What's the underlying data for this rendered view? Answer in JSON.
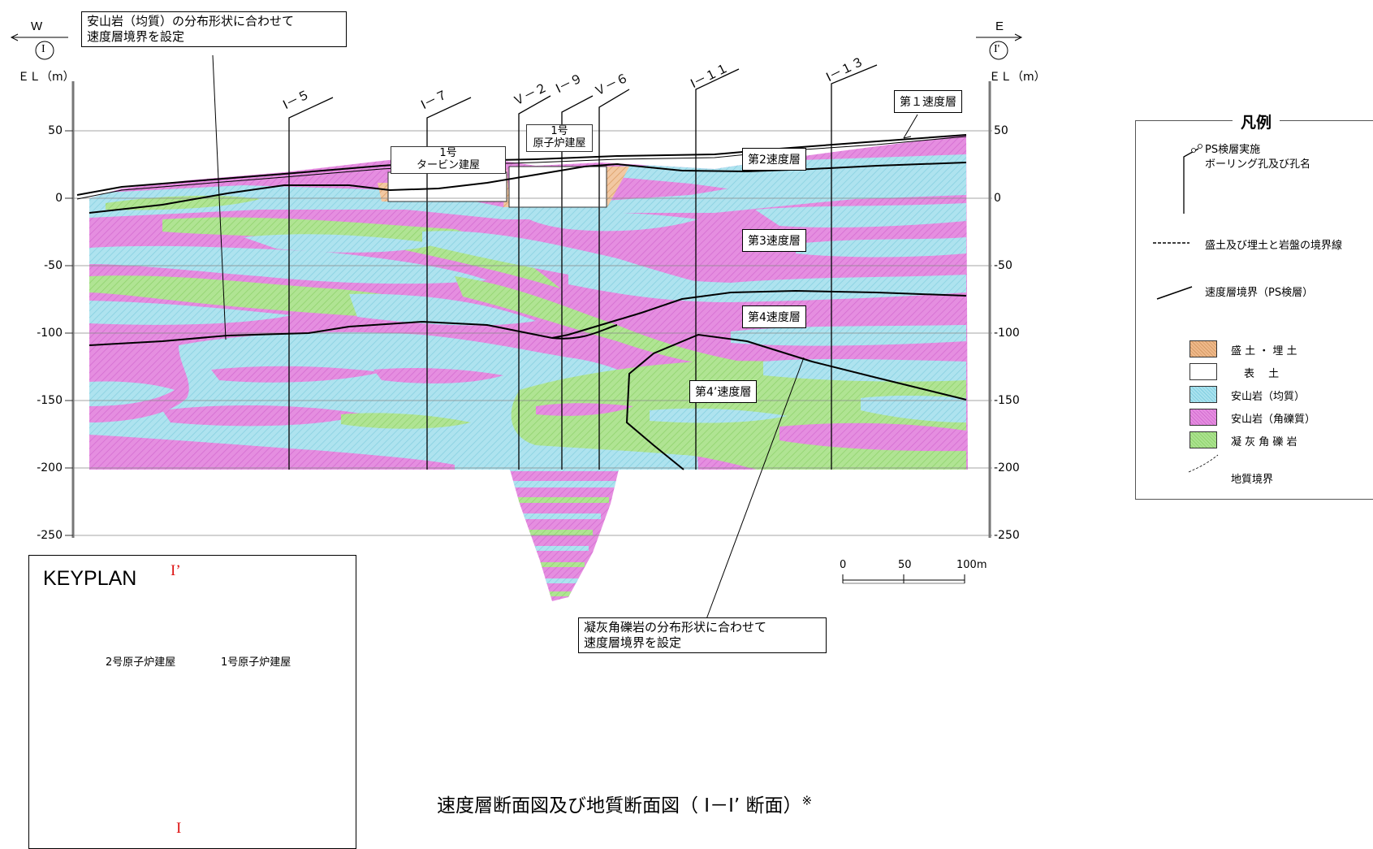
{
  "header": {
    "west_dir": "W",
    "west_mark": "I",
    "east_dir": "E",
    "east_mark": "I'",
    "el_left": "ＥＬ（m）",
    "el_right": "ＥＬ（m）"
  },
  "y_axis": {
    "ticks": [
      "50",
      "0",
      "-50",
      "-100",
      "-150",
      "-200",
      "-250"
    ]
  },
  "boreholes": [
    "Ⅰ－５",
    "Ⅰ－７",
    "Ｖ－２",
    "Ⅰ－９",
    "Ｖ－６",
    "Ⅰ－１１",
    "Ⅰ－１３"
  ],
  "buildings": {
    "turbine_line1": "1号",
    "turbine_line2": "タービン建屋",
    "reactor_line1": "1号",
    "reactor_line2": "原子炉建屋"
  },
  "layers": {
    "v1": "第１速度層",
    "v2": "第2速度層",
    "v3": "第3速度層",
    "v4": "第4速度層",
    "v4p": "第4’速度層"
  },
  "callouts": {
    "top_line1": "安山岩（均質）の分布形状に合わせて",
    "top_line2": "速度層境界を設定",
    "bottom_line1": "凝灰角礫岩の分布形状に合わせて",
    "bottom_line2": "速度層境界を設定"
  },
  "scale": {
    "s0": "0",
    "s50": "50",
    "s100": "100m"
  },
  "legend": {
    "title": "凡例",
    "borehole_line1": "PS検層実施",
    "borehole_line2": "ボーリング孔及び孔名",
    "fill_boundary": "盛土及び埋土と岩盤の境界線",
    "velocity_boundary": "速度層境界（PS検層）",
    "fill": "盛 土 ・ 埋 土",
    "topsoil": "表　 土",
    "andesite_homog": "安山岩（均質）",
    "andesite_brec": "安山岩（角礫質）",
    "tuff_breccia": "凝 灰 角 礫 岩",
    "geo_boundary": "地質境界"
  },
  "colors": {
    "pink": "#e58ee0",
    "cyan": "#a9e2ee",
    "green": "#abe28f",
    "orange": "#efb98a"
  },
  "keyplan": {
    "title": "KEYPLAN",
    "unit2": "2号原子炉建屋",
    "unit1": "1号原子炉建屋",
    "mark_top": "I’",
    "mark_bottom": "I"
  },
  "caption": {
    "text": "速度層断面図及び地質断面図（ Ⅰ－Ⅰ’ 断面）",
    "note": "※"
  }
}
